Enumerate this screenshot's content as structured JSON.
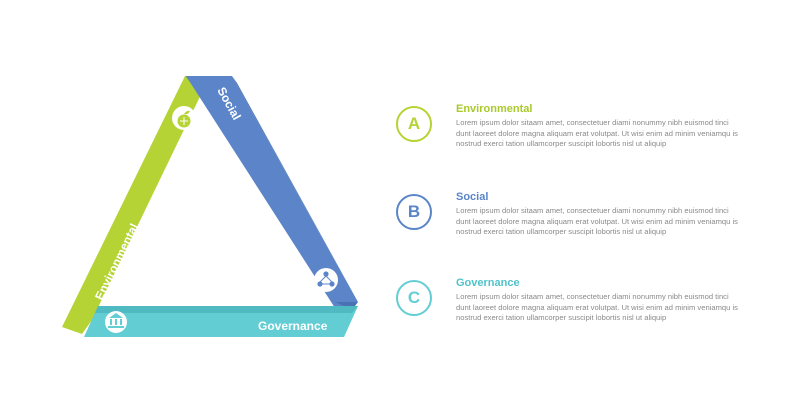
{
  "colors": {
    "environmental": "#b5d334",
    "social": "#5b85c8",
    "governance": "#63cdd4"
  },
  "segments": {
    "environmental": {
      "label": "Environmental",
      "icon": "apple-icon"
    },
    "social": {
      "label": "Social",
      "icon": "people-network-icon"
    },
    "governance": {
      "label": "Governance",
      "icon": "bank-building-icon"
    }
  },
  "items": [
    {
      "letter": "A",
      "title": "Environmental",
      "body": "Lorem ipsum dolor sitaam amet, consectetuer diami nonummy  nibh euismod tinci dunt laoreet dolore magna aliquam erat volutpat. Ut wisi enim ad minim veniamqu is nostrud exerci tation ullamcorper suscipit lobortis nisl ut aliquip"
    },
    {
      "letter": "B",
      "title": "Social",
      "body": "Lorem ipsum dolor sitaam amet, consectetuer diami nonummy  nibh euismod tinci dunt laoreet dolore magna aliquam erat volutpat. Ut wisi enim ad minim veniamqu is nostrud exerci tation ullamcorper suscipit lobortis nisl ut aliquip"
    },
    {
      "letter": "C",
      "title": "Governance",
      "body": "Lorem ipsum dolor sitaam amet, consectetuer diami nonummy  nibh euismod tinci dunt laoreet dolore magna aliquam erat volutpat. Ut wisi enim ad minim veniamqu is nostrud exerci tation ullamcorper suscipit lobortis nisl ut aliquip"
    }
  ]
}
